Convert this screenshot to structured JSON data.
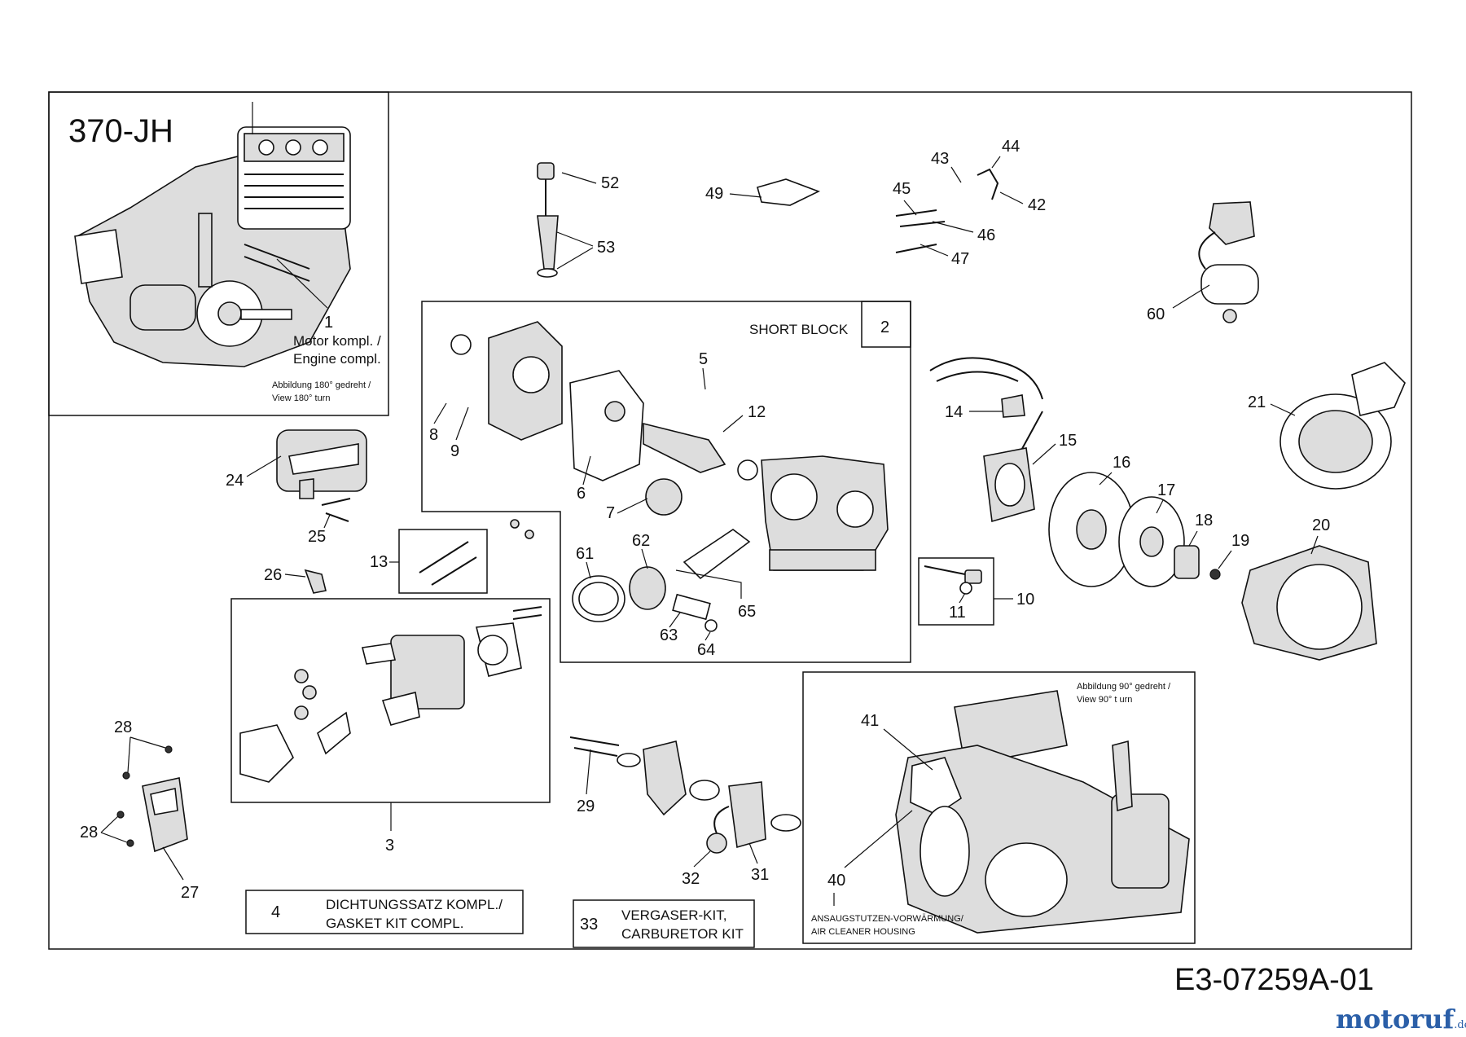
{
  "title": "370-JH",
  "drawing_code": "E3-07259A-01",
  "logo": {
    "name": "motoruf",
    "suffix": ".de"
  },
  "engine_box": {
    "part_no": "1",
    "label_de": "Motor kompl. /",
    "label_en": "Engine compl.",
    "note_de": "Abbildung 180° gedreht /",
    "note_en": "View 180° turn"
  },
  "short_block": {
    "label": "SHORT BLOCK",
    "part_no": "2"
  },
  "air_box": {
    "note_de": "Abbildung 90° gedreht /",
    "note_en": "View 90° t urn",
    "label_de": "ANSAUGSTUTZEN-VORWÄRMUNG/",
    "label_en": "AIR CLEANER HOUSING"
  },
  "gasket_kit": {
    "part_no": "4",
    "label_de": "DICHTUNGSSATZ KOMPL./",
    "label_en": "GASKET KIT COMPL."
  },
  "carb_kit": {
    "part_no": "33",
    "label_de": "VERGASER-KIT,",
    "label_en": "CARBURETOR KIT"
  },
  "callouts": {
    "p3": "3",
    "p5": "5",
    "p6": "6",
    "p7": "7",
    "p8": "8",
    "p9": "9",
    "p10": "10",
    "p11": "11",
    "p12": "12",
    "p13": "13",
    "p14": "14",
    "p15": "15",
    "p16": "16",
    "p17": "17",
    "p18": "18",
    "p19": "19",
    "p20": "20",
    "p21": "21",
    "p24": "24",
    "p25": "25",
    "p26": "26",
    "p27": "27",
    "p28a": "28",
    "p28b": "28",
    "p29": "29",
    "p31": "31",
    "p32": "32",
    "p40": "40",
    "p41": "41",
    "p42": "42",
    "p43": "43",
    "p44": "44",
    "p45": "45",
    "p46": "46",
    "p47": "47",
    "p49": "49",
    "p52": "52",
    "p53": "53",
    "p60": "60",
    "p61": "61",
    "p62": "62",
    "p63": "63",
    "p64": "64",
    "p65": "65"
  }
}
